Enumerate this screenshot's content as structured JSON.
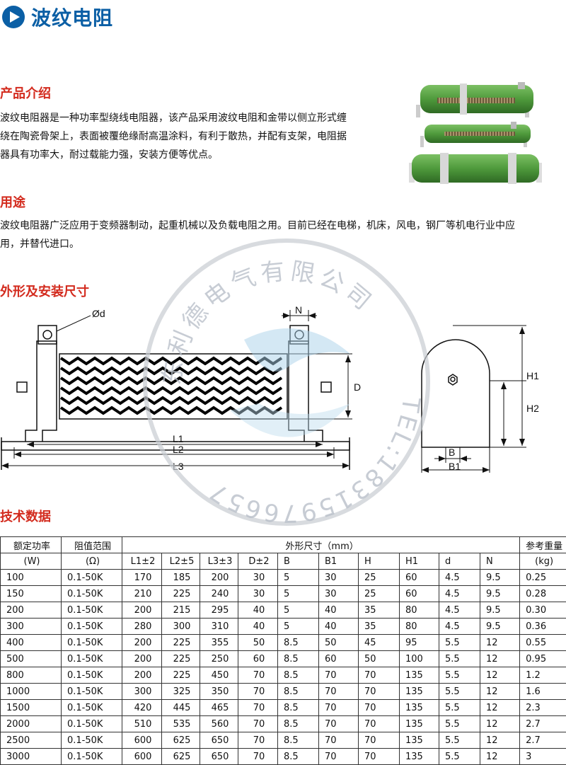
{
  "header": {
    "title": "波纹电阻"
  },
  "intro": {
    "heading": "产品介绍",
    "lines": [
      "波纹电阻器是一种功率型绕线电阻器，该产品采用波纹电阻和金带以侧立形式缠",
      "绕在陶瓷骨架上，表面被覆绝缘耐高温涂料，有利于散热，并配有支架，电阻据",
      "器具有功率大，耐过载能力强，安装方便等优点。"
    ]
  },
  "usage": {
    "heading": "用途",
    "lines": [
      "波纹电阻器广泛应用于变频器制动，起重机械以及负载电阻之用。目前已经在电梯，机床，风电，钢厂等机电行业中应",
      "用，并替代进口。"
    ]
  },
  "dimensions": {
    "heading": "外形及安装尺寸",
    "labels": {
      "d": "Ød",
      "n": "N",
      "dd": "D",
      "l1": "L1",
      "l2": "L2",
      "l3": "L3",
      "h1": "H1",
      "h2": "H2",
      "b": "B",
      "b1": "B1"
    }
  },
  "watermark": {
    "company": "东利德电气有限公司",
    "tel": "TEL:18315976657"
  },
  "tech": {
    "heading": "技术数据",
    "header_top": {
      "power": "额定功率",
      "resistance": "阻值范围",
      "dims": "外形尺寸（mm）",
      "weight": "参考重量"
    },
    "header_sub": {
      "power_unit": "(W)",
      "resistance_unit": "(Ω)",
      "cols": [
        "L1±2",
        "L2±5",
        "L3±3",
        "D±2",
        "B",
        "B1",
        "H",
        "H1",
        "d",
        "N"
      ],
      "weight_unit": "(kg)"
    },
    "rows": [
      [
        "100",
        "0.1-50K",
        "170",
        "185",
        "200",
        "30",
        "5",
        "30",
        "25",
        "60",
        "4.5",
        "9.5",
        "0.25"
      ],
      [
        "150",
        "0.1-50K",
        "210",
        "225",
        "240",
        "30",
        "5",
        "30",
        "25",
        "60",
        "4.5",
        "9.5",
        "0.28"
      ],
      [
        "200",
        "0.1-50K",
        "200",
        "215",
        "295",
        "40",
        "5",
        "40",
        "35",
        "80",
        "4.5",
        "9.5",
        "0.30"
      ],
      [
        "300",
        "0.1-50K",
        "280",
        "300",
        "310",
        "40",
        "5",
        "40",
        "35",
        "80",
        "4.5",
        "9.5",
        "0.36"
      ],
      [
        "400",
        "0.1-50K",
        "200",
        "225",
        "355",
        "50",
        "8.5",
        "50",
        "45",
        "95",
        "5.5",
        "12",
        "0.55"
      ],
      [
        "500",
        "0.1-50K",
        "200",
        "225",
        "250",
        "60",
        "8.5",
        "60",
        "50",
        "100",
        "5.5",
        "12",
        "0.95"
      ],
      [
        "800",
        "0.1-50K",
        "200",
        "225",
        "450",
        "70",
        "8.5",
        "70",
        "70",
        "135",
        "5.5",
        "12",
        "1.2"
      ],
      [
        "1000",
        "0.1-50K",
        "300",
        "325",
        "350",
        "70",
        "8.5",
        "70",
        "70",
        "135",
        "5.5",
        "12",
        "1.6"
      ],
      [
        "1500",
        "0.1-50K",
        "420",
        "445",
        "465",
        "70",
        "8.5",
        "70",
        "70",
        "135",
        "5.5",
        "12",
        "2.3"
      ],
      [
        "2000",
        "0.1-50K",
        "510",
        "535",
        "560",
        "70",
        "8.5",
        "70",
        "70",
        "135",
        "5.5",
        "12",
        "2.7"
      ],
      [
        "2500",
        "0.1-50K",
        "600",
        "625",
        "650",
        "70",
        "8.5",
        "70",
        "70",
        "135",
        "5.5",
        "12",
        "2.7"
      ],
      [
        "3000",
        "0.1-50K",
        "600",
        "625",
        "650",
        "70",
        "8.5",
        "70",
        "70",
        "135",
        "5.5",
        "12",
        "3"
      ]
    ]
  },
  "colors": {
    "title_blue": "#0b5fa5",
    "heading_red": "#d32b1e",
    "resistor_green": "#4f9a3c"
  }
}
